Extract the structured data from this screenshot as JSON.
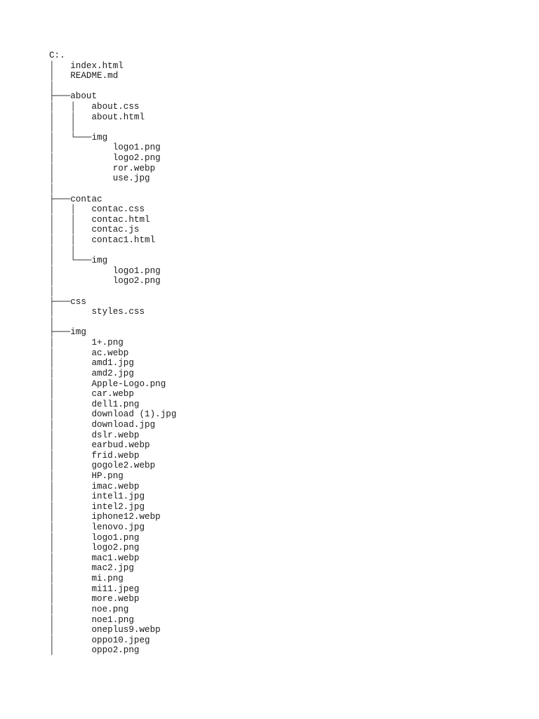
{
  "tree": {
    "lines": [
      "C:.",
      "│   index.html",
      "│   README.md",
      "│",
      "├───about",
      "│   │   about.css",
      "│   │   about.html",
      "│   │",
      "│   └───img",
      "│           logo1.png",
      "│           logo2.png",
      "│           ror.webp",
      "│           use.jpg",
      "│",
      "├───contac",
      "│   │   contac.css",
      "│   │   contac.html",
      "│   │   contac.js",
      "│   │   contac1.html",
      "│   │",
      "│   └───img",
      "│           logo1.png",
      "│           logo2.png",
      "│",
      "├───css",
      "│       styles.css",
      "│",
      "├───img",
      "│       1+.png",
      "│       ac.webp",
      "│       amd1.jpg",
      "│       amd2.jpg",
      "│       Apple-Logo.png",
      "│       car.webp",
      "│       dell1.png",
      "│       download (1).jpg",
      "│       download.jpg",
      "│       dslr.webp",
      "│       earbud.webp",
      "│       frid.webp",
      "│       gogole2.webp",
      "│       HP.png",
      "│       imac.webp",
      "│       intel1.jpg",
      "│       intel2.jpg",
      "│       iphone12.webp",
      "│       lenovo.jpg",
      "│       logo1.png",
      "│       logo2.png",
      "│       mac1.webp",
      "│       mac2.jpg",
      "│       mi.png",
      "│       mi11.jpeg",
      "│       more.webp",
      "│       noe.png",
      "│       noe1.png",
      "│       oneplus9.webp",
      "│       oppo10.jpeg",
      "│       oppo2.png"
    ]
  }
}
